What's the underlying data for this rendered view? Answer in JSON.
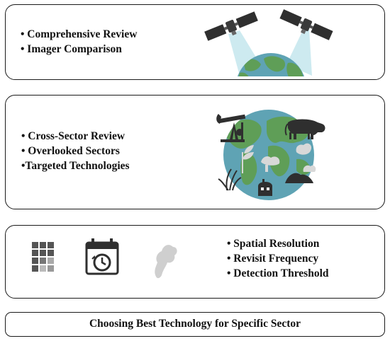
{
  "panels": {
    "review": {
      "bullets": [
        "• Comprehensive Review",
        "• Imager Comparison"
      ],
      "icons": [
        "satellite-icon",
        "satellite-icon",
        "earth-globe-icon"
      ]
    },
    "sectors": {
      "bullets": [
        "• Cross-Sector Review",
        "• Overlooked Sectors",
        "•Targeted Technologies"
      ],
      "icons": [
        "oil-pump-icon",
        "cow-icon",
        "crop-icon",
        "factory-icon",
        "storage-tank-icon",
        "waste-heap-icon",
        "earth-globe-icon"
      ]
    },
    "criteria": {
      "bullets": [
        "• Spatial Resolution",
        "• Revisit Frequency",
        "• Detection Threshold"
      ],
      "icons": [
        "pixel-grid-icon",
        "calendar-clock-icon",
        "emission-plume-icon"
      ]
    },
    "footer": {
      "label": "Choosing Best Technology for Specific Sector"
    }
  },
  "colors": {
    "ocean": "#5fa3b4",
    "land": "#5f9e57",
    "dark_icon": "#333333",
    "beam": "#bfe3ea",
    "plume": "#c8c8c8"
  }
}
